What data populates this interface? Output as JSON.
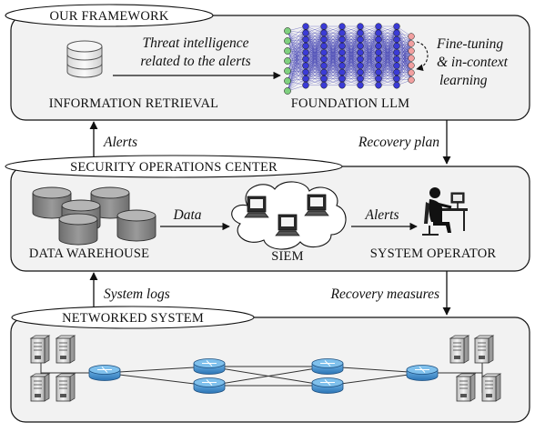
{
  "framework": {
    "title": "OUR FRAMEWORK",
    "threat_line1": "Threat intelligence",
    "threat_line2": "related to the alerts",
    "retrieval_label": "INFORMATION RETRIEVAL",
    "llm_label": "FOUNDATION LLM",
    "finetune_line1": "Fine-tuning",
    "finetune_line2": "& in-context",
    "finetune_line3": "learning"
  },
  "links": {
    "alerts_up": "Alerts",
    "recovery_plan": "Recovery plan",
    "system_logs": "System logs",
    "recovery_measures": "Recovery measures"
  },
  "soc": {
    "title": "SECURITY OPERATIONS CENTER",
    "warehouse_label": "DATA WAREHOUSE",
    "data_label": "Data",
    "siem_label": "SIEM",
    "alerts_label": "Alerts",
    "operator_label": "SYSTEM OPERATOR"
  },
  "network": {
    "title": "NETWORKED SYSTEM"
  },
  "colors": {
    "panel_fill": "#f2f2f2",
    "input_node": "#7fd07f",
    "hidden_node": "#3b3bd6",
    "output_node": "#f2a0a0",
    "router": "#3b8fd0"
  },
  "icons": [
    "database-icon",
    "neural-network-icon",
    "disk-stack-icon",
    "cloud-icon",
    "computer-icon",
    "operator-icon",
    "server-icon",
    "router-icon"
  ]
}
